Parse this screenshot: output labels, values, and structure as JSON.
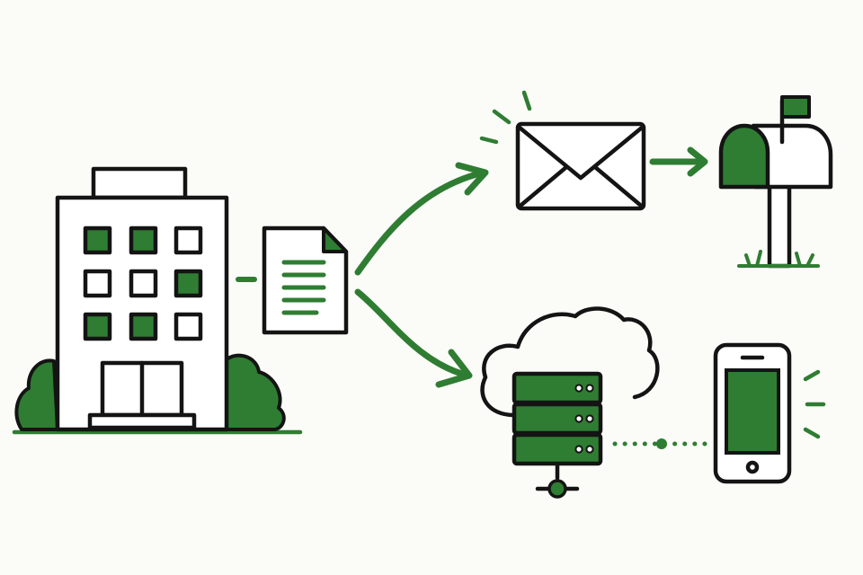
{
  "colors": {
    "background": "#fbfbf8",
    "ink": "#141414",
    "accent_green": "#2f7d32",
    "paper": "#ffffff"
  },
  "diagram": {
    "nodes": [
      {
        "id": "office",
        "icon": "office-building-icon"
      },
      {
        "id": "document",
        "icon": "document-icon"
      },
      {
        "id": "email",
        "icon": "envelope-icon"
      },
      {
        "id": "mailbox",
        "icon": "mailbox-icon"
      },
      {
        "id": "cloud-server",
        "icon": "cloud-server-icon"
      },
      {
        "id": "phone",
        "icon": "smartphone-icon"
      }
    ],
    "edges": [
      {
        "from": "office",
        "to": "document",
        "style": "short-dash"
      },
      {
        "from": "document",
        "to": "email",
        "style": "curved-arrow"
      },
      {
        "from": "document",
        "to": "cloud-server",
        "style": "curved-arrow"
      },
      {
        "from": "email",
        "to": "mailbox",
        "style": "arrow"
      },
      {
        "from": "cloud-server",
        "to": "phone",
        "style": "dotted-line"
      }
    ]
  }
}
